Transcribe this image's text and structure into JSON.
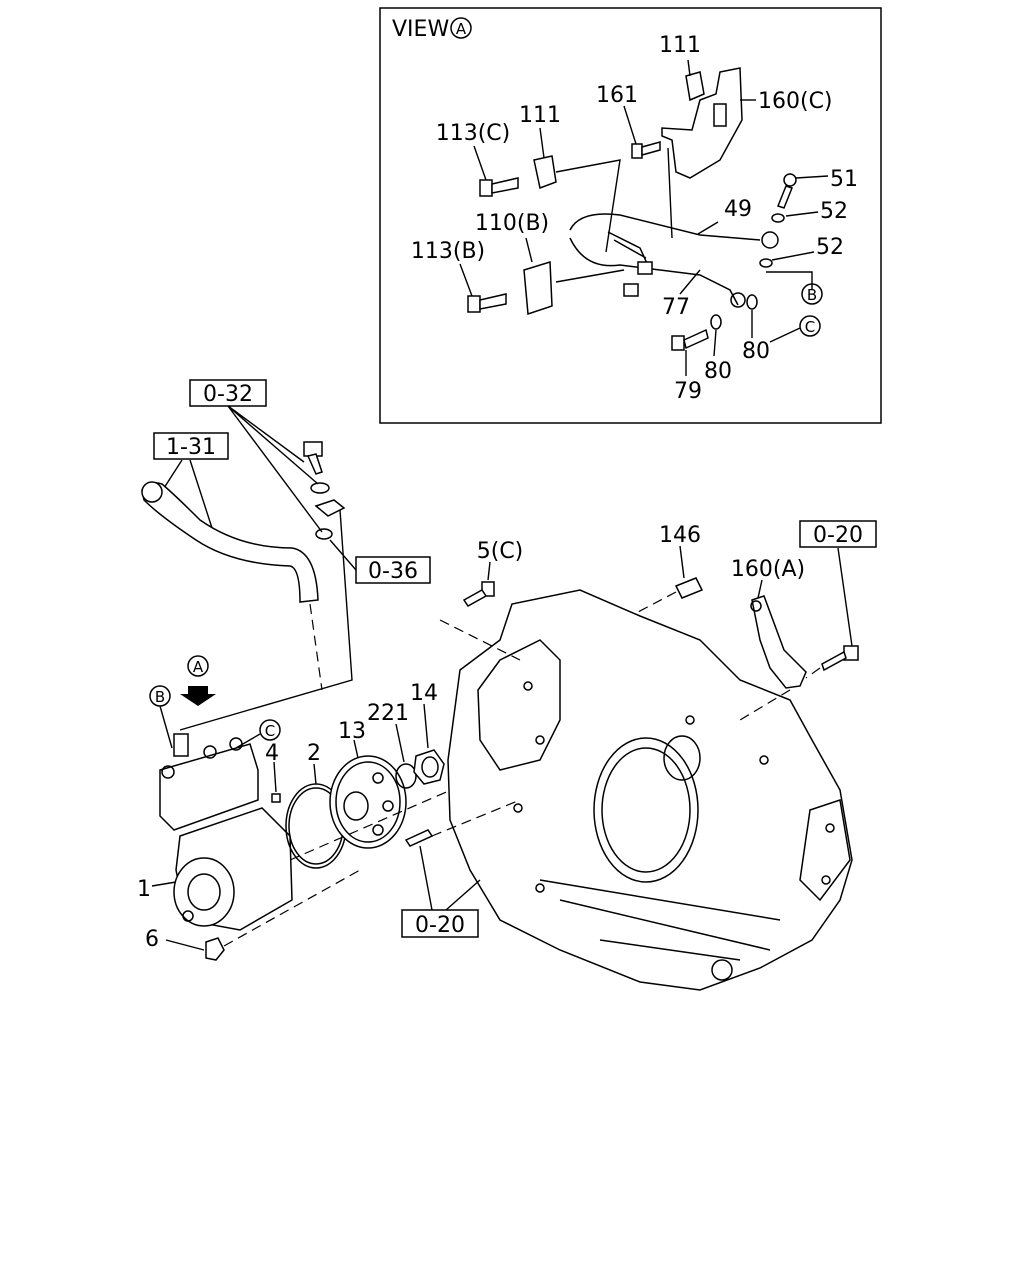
{
  "view_box": {
    "title": "VIEW",
    "title_letter": "A",
    "callouts": {
      "c111_top": "111",
      "c161": "161",
      "c160c": "160(C)",
      "c113c": "113(C)",
      "c111_mid": "111",
      "c51": "51",
      "c49": "49",
      "c52a": "52",
      "c110b": "110(B)",
      "c52b": "52",
      "c113b": "113(B)",
      "c77": "77",
      "c80a": "80",
      "c80b": "80",
      "c79": "79",
      "ref_b": "B",
      "ref_c": "C"
    }
  },
  "main": {
    "refs": {
      "r032": "0-32",
      "r131": "1-31",
      "r036": "0-36",
      "r020_top": "0-20",
      "r020_bot": "0-20"
    },
    "callouts": {
      "c5c": "5(C)",
      "c146": "146",
      "c160a": "160(A)",
      "cA": "A",
      "cB": "B",
      "cC": "C",
      "c4": "4",
      "c2": "2",
      "c13": "13",
      "c221": "221",
      "c14": "14",
      "c1": "1",
      "c6": "6"
    }
  }
}
